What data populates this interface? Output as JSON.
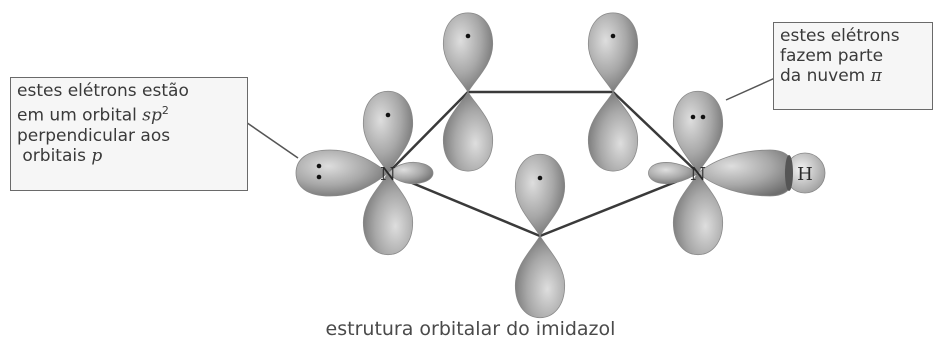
{
  "callouts": {
    "left": {
      "line1": "estes elétrons estão",
      "line2_prefix": "em um orbital ",
      "line2_italic": "sp",
      "line2_sup": "2",
      "line3": "perpendicular aos",
      "line4_prefix": " orbitais ",
      "line4_italic": "p"
    },
    "right": {
      "line1": "estes elétrons",
      "line2": "fazem parte",
      "line3_prefix": "da nuvem ",
      "line3_symbol": "π"
    }
  },
  "atoms": {
    "nitrogen_left": "N",
    "nitrogen_right": "N",
    "hydrogen": "H"
  },
  "caption": "estrutura orbitalar do imidazol",
  "colors": {
    "lobe_light": "#d8d8d8",
    "lobe_dark": "#7a7a7a",
    "bond": "#3a3a3a",
    "electron_dot": "#111111"
  }
}
